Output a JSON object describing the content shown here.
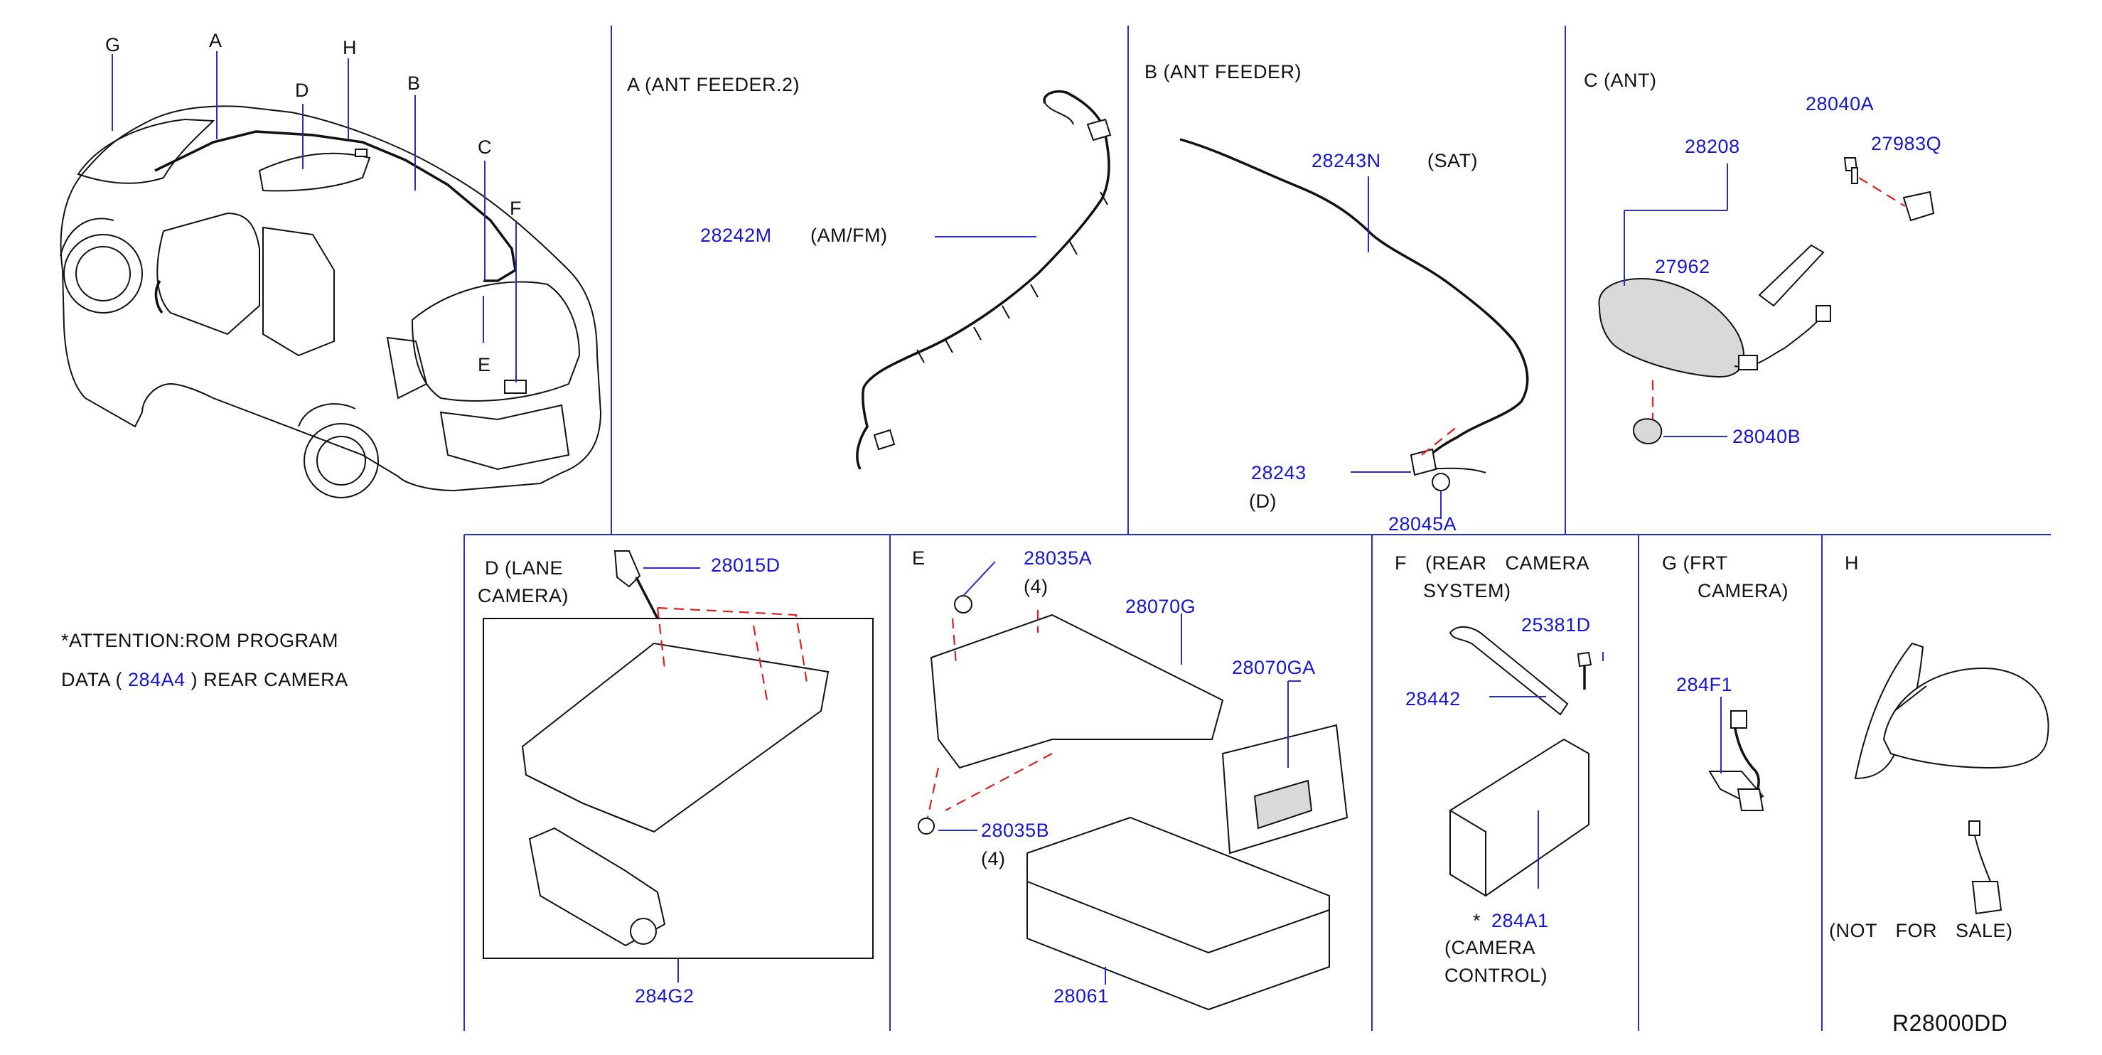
{
  "diagram_code": "R28000DD",
  "attention": {
    "line1": "*ATTENTION:ROM  PROGRAM",
    "line2_prefix": "DATA  (",
    "line2_part": "284A4",
    "line2_suffix": ")  REAR  CAMERA"
  },
  "vehicle_callouts": [
    "G",
    "A",
    "H",
    "D",
    "B",
    "C",
    "F",
    "E"
  ],
  "sections": {
    "A": {
      "title": "A (ANT  FEEDER.2)",
      "parts": [
        {
          "number": "28242M",
          "desc": "(AM/FM)"
        }
      ]
    },
    "B": {
      "title": "B (ANT  FEEDER)",
      "parts": [
        {
          "number": "28243N",
          "desc": "(SAT)"
        },
        {
          "number": "28243",
          "desc": "(D)"
        },
        {
          "number": "28045A"
        }
      ]
    },
    "C": {
      "title": "C (ANT)",
      "parts": [
        {
          "number": "28040A"
        },
        {
          "number": "27983Q"
        },
        {
          "number": "28208"
        },
        {
          "number": "27962"
        },
        {
          "number": "28040B"
        }
      ]
    },
    "D": {
      "title_1": "D (LANE",
      "title_2": "CAMERA)",
      "parts": [
        {
          "number": "28015D"
        },
        {
          "number": "284G2"
        }
      ]
    },
    "E": {
      "title": "E",
      "parts": [
        {
          "number": "28035A",
          "qty": "(4)"
        },
        {
          "number": "28070G"
        },
        {
          "number": "28070GA"
        },
        {
          "number": "28035B",
          "qty": "(4)"
        },
        {
          "number": "28061"
        }
      ]
    },
    "F": {
      "title_1": "F (REAR  CAMERA",
      "title_2": "SYSTEM)",
      "parts": [
        {
          "number": "25381D"
        },
        {
          "number": "28442"
        },
        {
          "number": "284A1",
          "marker": "*",
          "desc_1": "(CAMERA",
          "desc_2": "CONTROL)"
        }
      ]
    },
    "G": {
      "title_1": "G (FRT",
      "title_2": "CAMERA)",
      "parts": [
        {
          "number": "284F1"
        }
      ]
    },
    "H": {
      "title": "H",
      "note": "(NOT  FOR  SALE)"
    }
  }
}
